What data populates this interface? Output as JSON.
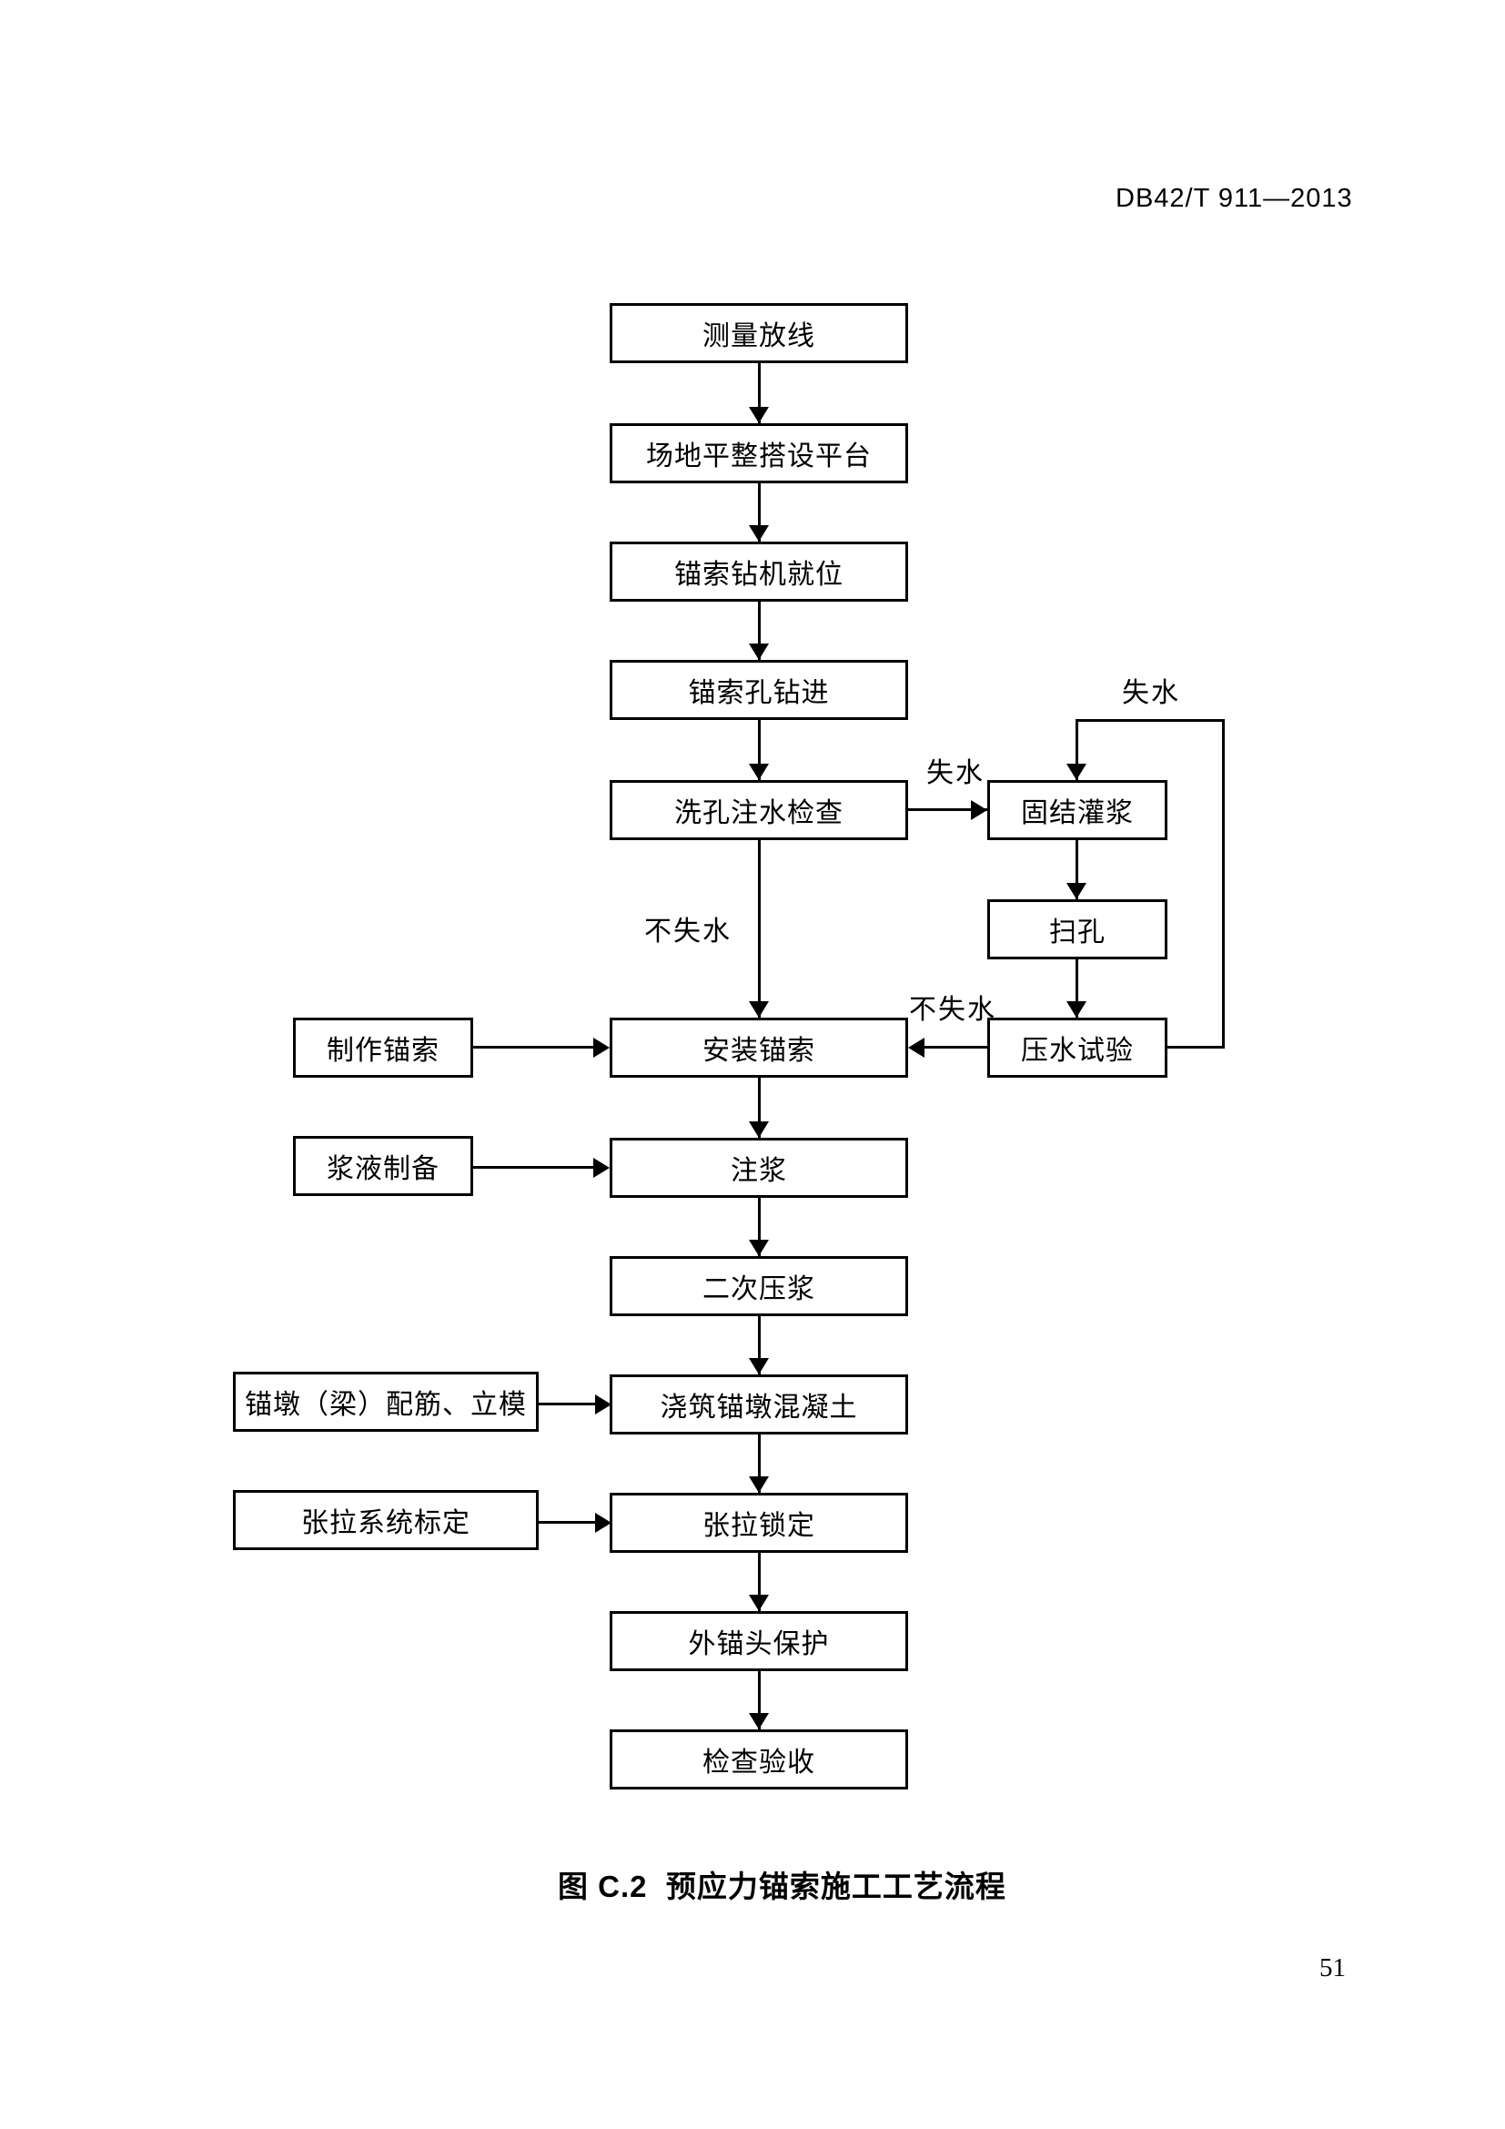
{
  "document": {
    "header": "DB42/T 911—2013",
    "figure_caption": "图 C.2  预应力锚索施工工艺流程",
    "page_number": "51"
  },
  "flowchart": {
    "main_sequence": [
      "测量放线",
      "场地平整搭设平台",
      "锚索钻机就位",
      "锚索孔钻进",
      "洗孔注水检查",
      "安装锚索",
      "注浆",
      "二次压浆",
      "浇筑锚墩混凝土",
      "张拉锁定",
      "外锚头保护",
      "检查验收"
    ],
    "right_branch": [
      "固结灌浆",
      "扫孔",
      "压水试验"
    ],
    "left_inputs": [
      "制作锚索",
      "浆液制备",
      "锚墩（梁）配筋、立模",
      "张拉系统标定"
    ],
    "edge_labels": {
      "wash_to_consolidate": "失水",
      "pressure_loop_back": "失水",
      "wash_to_install": "不失水",
      "pressure_to_install": "不失水"
    },
    "colors": {
      "line": "#000000",
      "background": "#ffffff",
      "text": "#000000"
    }
  }
}
